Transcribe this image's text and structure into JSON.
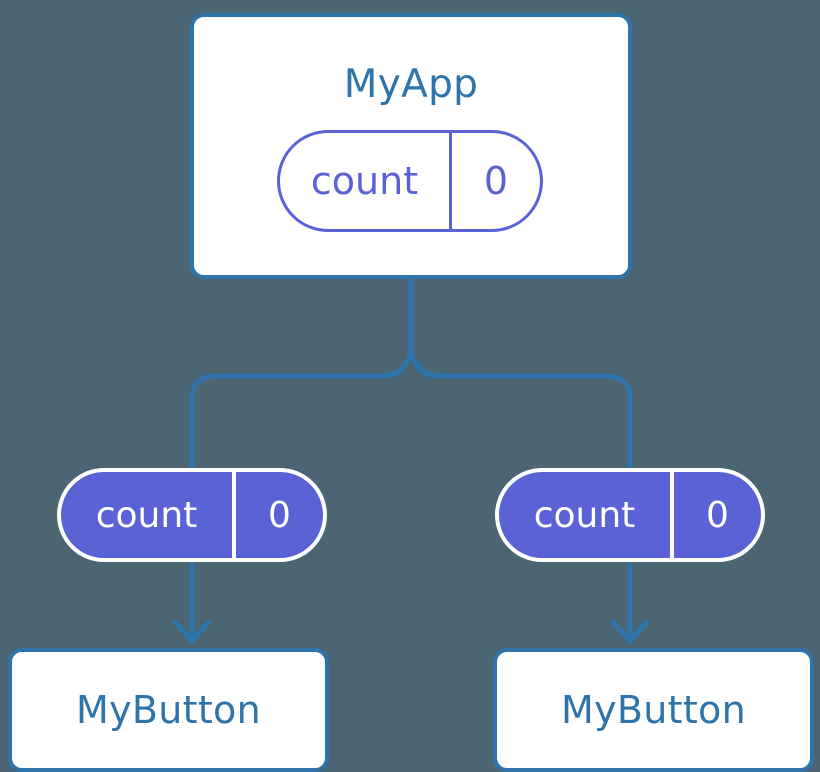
{
  "diagram": {
    "title": "react-props-drilling-tree",
    "background_color": "#4c6572",
    "accent_blue": "#2e74ab",
    "accent_purple": "#5b62d6",
    "surface_white": "#ffffff"
  },
  "root": {
    "component_name": "MyApp",
    "state": {
      "key": "count",
      "value": "0"
    }
  },
  "props": [
    {
      "key": "count",
      "value": "0"
    },
    {
      "key": "count",
      "value": "0"
    }
  ],
  "children": [
    {
      "component_name": "MyButton"
    },
    {
      "component_name": "MyButton"
    }
  ]
}
